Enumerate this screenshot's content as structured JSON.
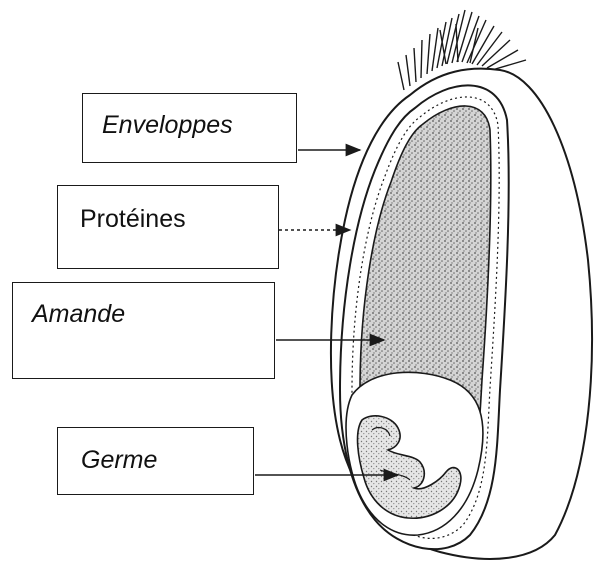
{
  "diagram": {
    "labels": {
      "enveloppes": "Enveloppes",
      "proteines": "Protéines",
      "amande": "Amande",
      "germe": "Germe"
    },
    "colors": {
      "ink": "#1a1a1a",
      "background": "#ffffff",
      "stipple": "#9a9a9a"
    }
  }
}
